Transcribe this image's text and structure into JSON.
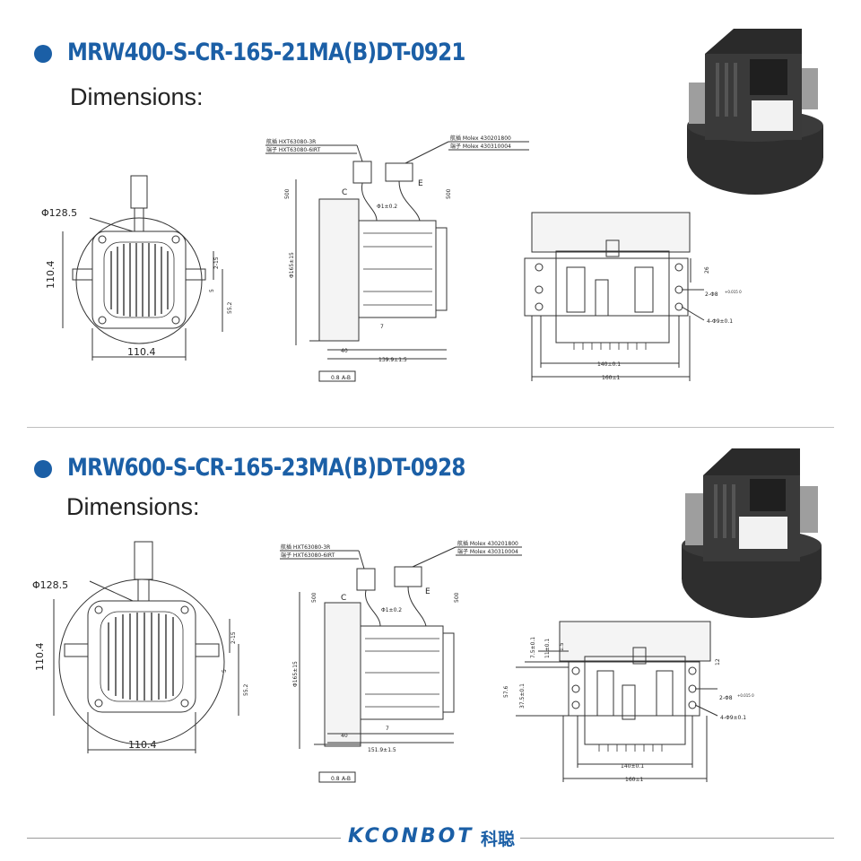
{
  "sections": [
    {
      "model": "MRW400-S-CR-165-21MA(B)DT-0921",
      "dims_label": "Dimensions:",
      "front": {
        "diameter": "Φ128.5",
        "height": "110.4",
        "width": "110.4",
        "d1": "2-15",
        "d2": "5",
        "d3": "55.2"
      },
      "side": {
        "conn_left_1": "航插 HXT63080-3R",
        "conn_left_2": "端子 HXT63080-6IRT",
        "conn_right_1": "航插 Molex 430201800",
        "conn_right_2": "端子 Molex 430310004",
        "len1": "500",
        "len2": "500",
        "dia": "Φ165±15",
        "c": "C",
        "e": "E",
        "cable": "Φ1±0.2",
        "seven": "7",
        "forty": "40",
        "length": "139.9±1.5",
        "tol_a": "0.8",
        "tol_b": "A-B"
      },
      "rear": {
        "h": "26",
        "hole1": "2-Φ8",
        "hole1_tol": "+0.015 0",
        "hole2": "4-Φ9±0.1",
        "w1": "140±0.1",
        "w2": "160±1"
      }
    },
    {
      "model": "MRW600-S-CR-165-23MA(B)DT-0928",
      "dims_label": "Dimensions:",
      "front": {
        "diameter": "Φ128.5",
        "height": "110.4",
        "width": "110.4",
        "d1": "2-15",
        "d2": "5",
        "d3": "55.2"
      },
      "side": {
        "conn_left_1": "航插 HXT63080-3R",
        "conn_left_2": "端子 HXT63080-6IRT",
        "conn_right_1": "航插 Molex 430201800",
        "conn_right_2": "端子 Molex 430310004",
        "len1": "500",
        "len2": "500",
        "dia": "Φ165±15",
        "c": "C",
        "e": "E",
        "cable": "Φ1±0.2",
        "seven": "7",
        "forty": "40",
        "length": "151.9±1.5",
        "tol_a": "0.8",
        "tol_b": "A-B"
      },
      "rear": {
        "h1": "7.5±0.1",
        "h2": "11±0.1",
        "h3": "1.5",
        "h4": "57.6",
        "h5": "37.5±0.1",
        "h6": "12",
        "hole1": "2-Φ8",
        "hole1_tol": "+0.015 0",
        "hole2": "4-Φ9±0.1",
        "w1": "140±0.1",
        "w2": "160±1"
      }
    }
  ],
  "footer": {
    "brand": "KCONBOT",
    "brand_cn": "科聪"
  },
  "colors": {
    "accent": "#1b5fa6",
    "line": "#333333"
  }
}
